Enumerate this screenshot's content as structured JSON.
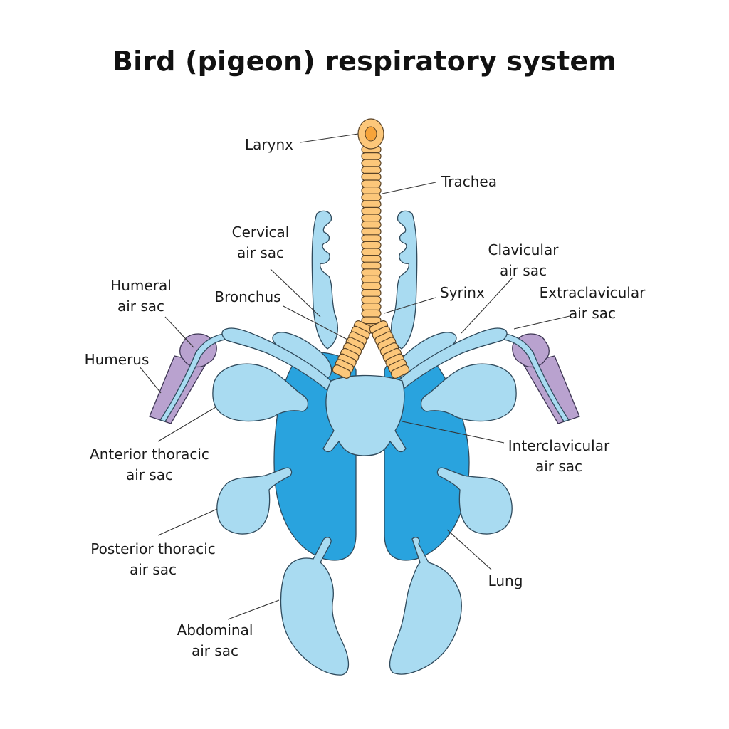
{
  "title": "Bird (pigeon) respiratory system",
  "colors": {
    "air_sac": "#a9dbf1",
    "lung": "#29a3de",
    "trachea": "#fcc77a",
    "larynx_inner": "#f7a43a",
    "humerus": "#b9a2cf"
  },
  "labels": {
    "larynx": [
      "Larynx"
    ],
    "trachea": [
      "Trachea"
    ],
    "cervical": [
      "Cervical",
      "air sac"
    ],
    "clavicular": [
      "Clavicular",
      "air sac"
    ],
    "humeral": [
      "Humeral",
      "air sac"
    ],
    "bronchus": [
      "Bronchus"
    ],
    "syrinx": [
      "Syrinx"
    ],
    "extraclavicular": [
      "Extraclavicular",
      "air sac"
    ],
    "humerus": [
      "Humerus"
    ],
    "anterior_thoracic": [
      "Anterior thoracic",
      "air sac"
    ],
    "interclavicular": [
      "Interclavicular",
      "air sac"
    ],
    "posterior_thoracic": [
      "Posterior thoracic",
      "air sac"
    ],
    "lung": [
      "Lung"
    ],
    "abdominal": [
      "Abdominal",
      "air sac"
    ]
  }
}
